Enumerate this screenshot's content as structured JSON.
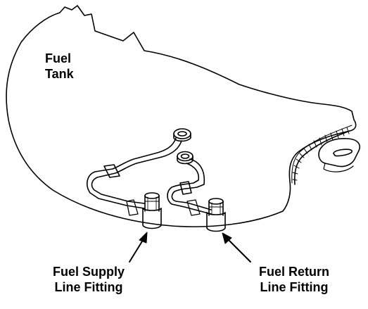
{
  "labels": {
    "tank": [
      "Fuel",
      "Tank"
    ],
    "supply": [
      "Fuel Supply",
      "Line Fitting"
    ],
    "return": [
      "Fuel Return",
      "Line Fitting"
    ]
  },
  "colors": {
    "line": "#000000",
    "background": "#ffffff"
  }
}
